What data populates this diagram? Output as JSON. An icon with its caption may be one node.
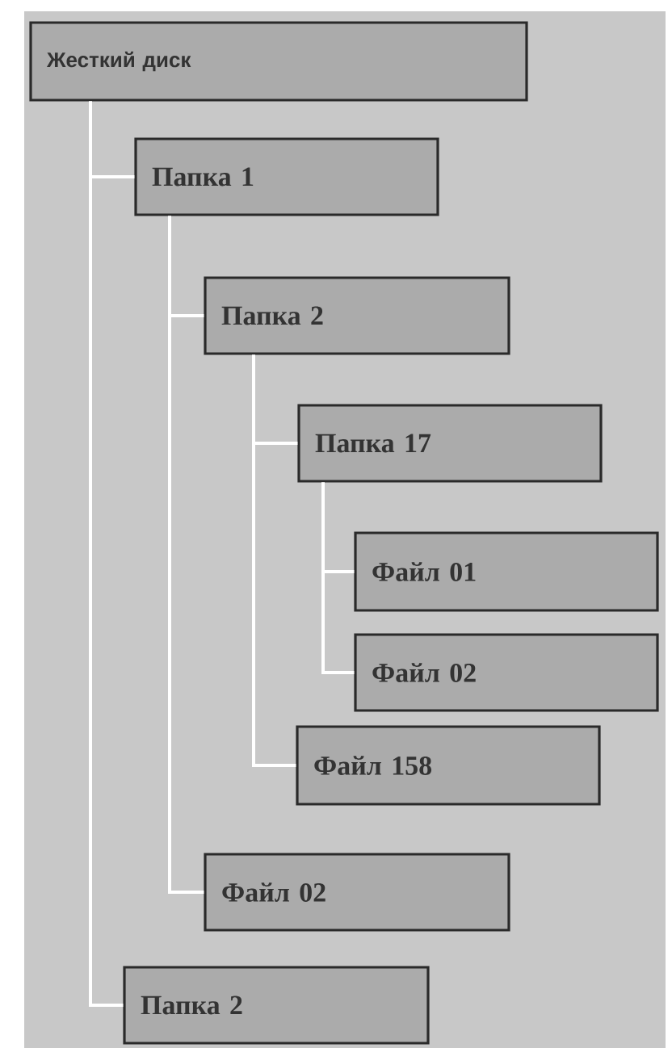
{
  "diagram": {
    "nodes": [
      {
        "text": [
          "Жесткий диск"
        ]
      },
      {
        "text": [
          "Папка 1"
        ]
      },
      {
        "text": [
          "Папка 2"
        ]
      },
      {
        "text": [
          "Папка 17"
        ]
      },
      {
        "text": [
          "Файл 01"
        ]
      },
      {
        "text": [
          "Файл 02"
        ]
      },
      {
        "text": [
          "Файл 158"
        ]
      },
      {
        "text": [
          "Файл 02"
        ]
      },
      {
        "text": [
          "Папка 2"
        ]
      }
    ],
    "edges": [
      {
        "from": 0,
        "to": 1,
        "arrow": "none"
      },
      {
        "from": 1,
        "to": 2,
        "arrow": "none"
      },
      {
        "from": 2,
        "to": 3,
        "arrow": "none"
      },
      {
        "from": 3,
        "to": 4,
        "arrow": "none"
      },
      {
        "from": 3,
        "to": 5,
        "arrow": "none"
      },
      {
        "from": 2,
        "to": 6,
        "arrow": "none"
      },
      {
        "from": 1,
        "to": 7,
        "arrow": "none"
      },
      {
        "from": 0,
        "to": 8,
        "arrow": "none"
      }
    ]
  }
}
